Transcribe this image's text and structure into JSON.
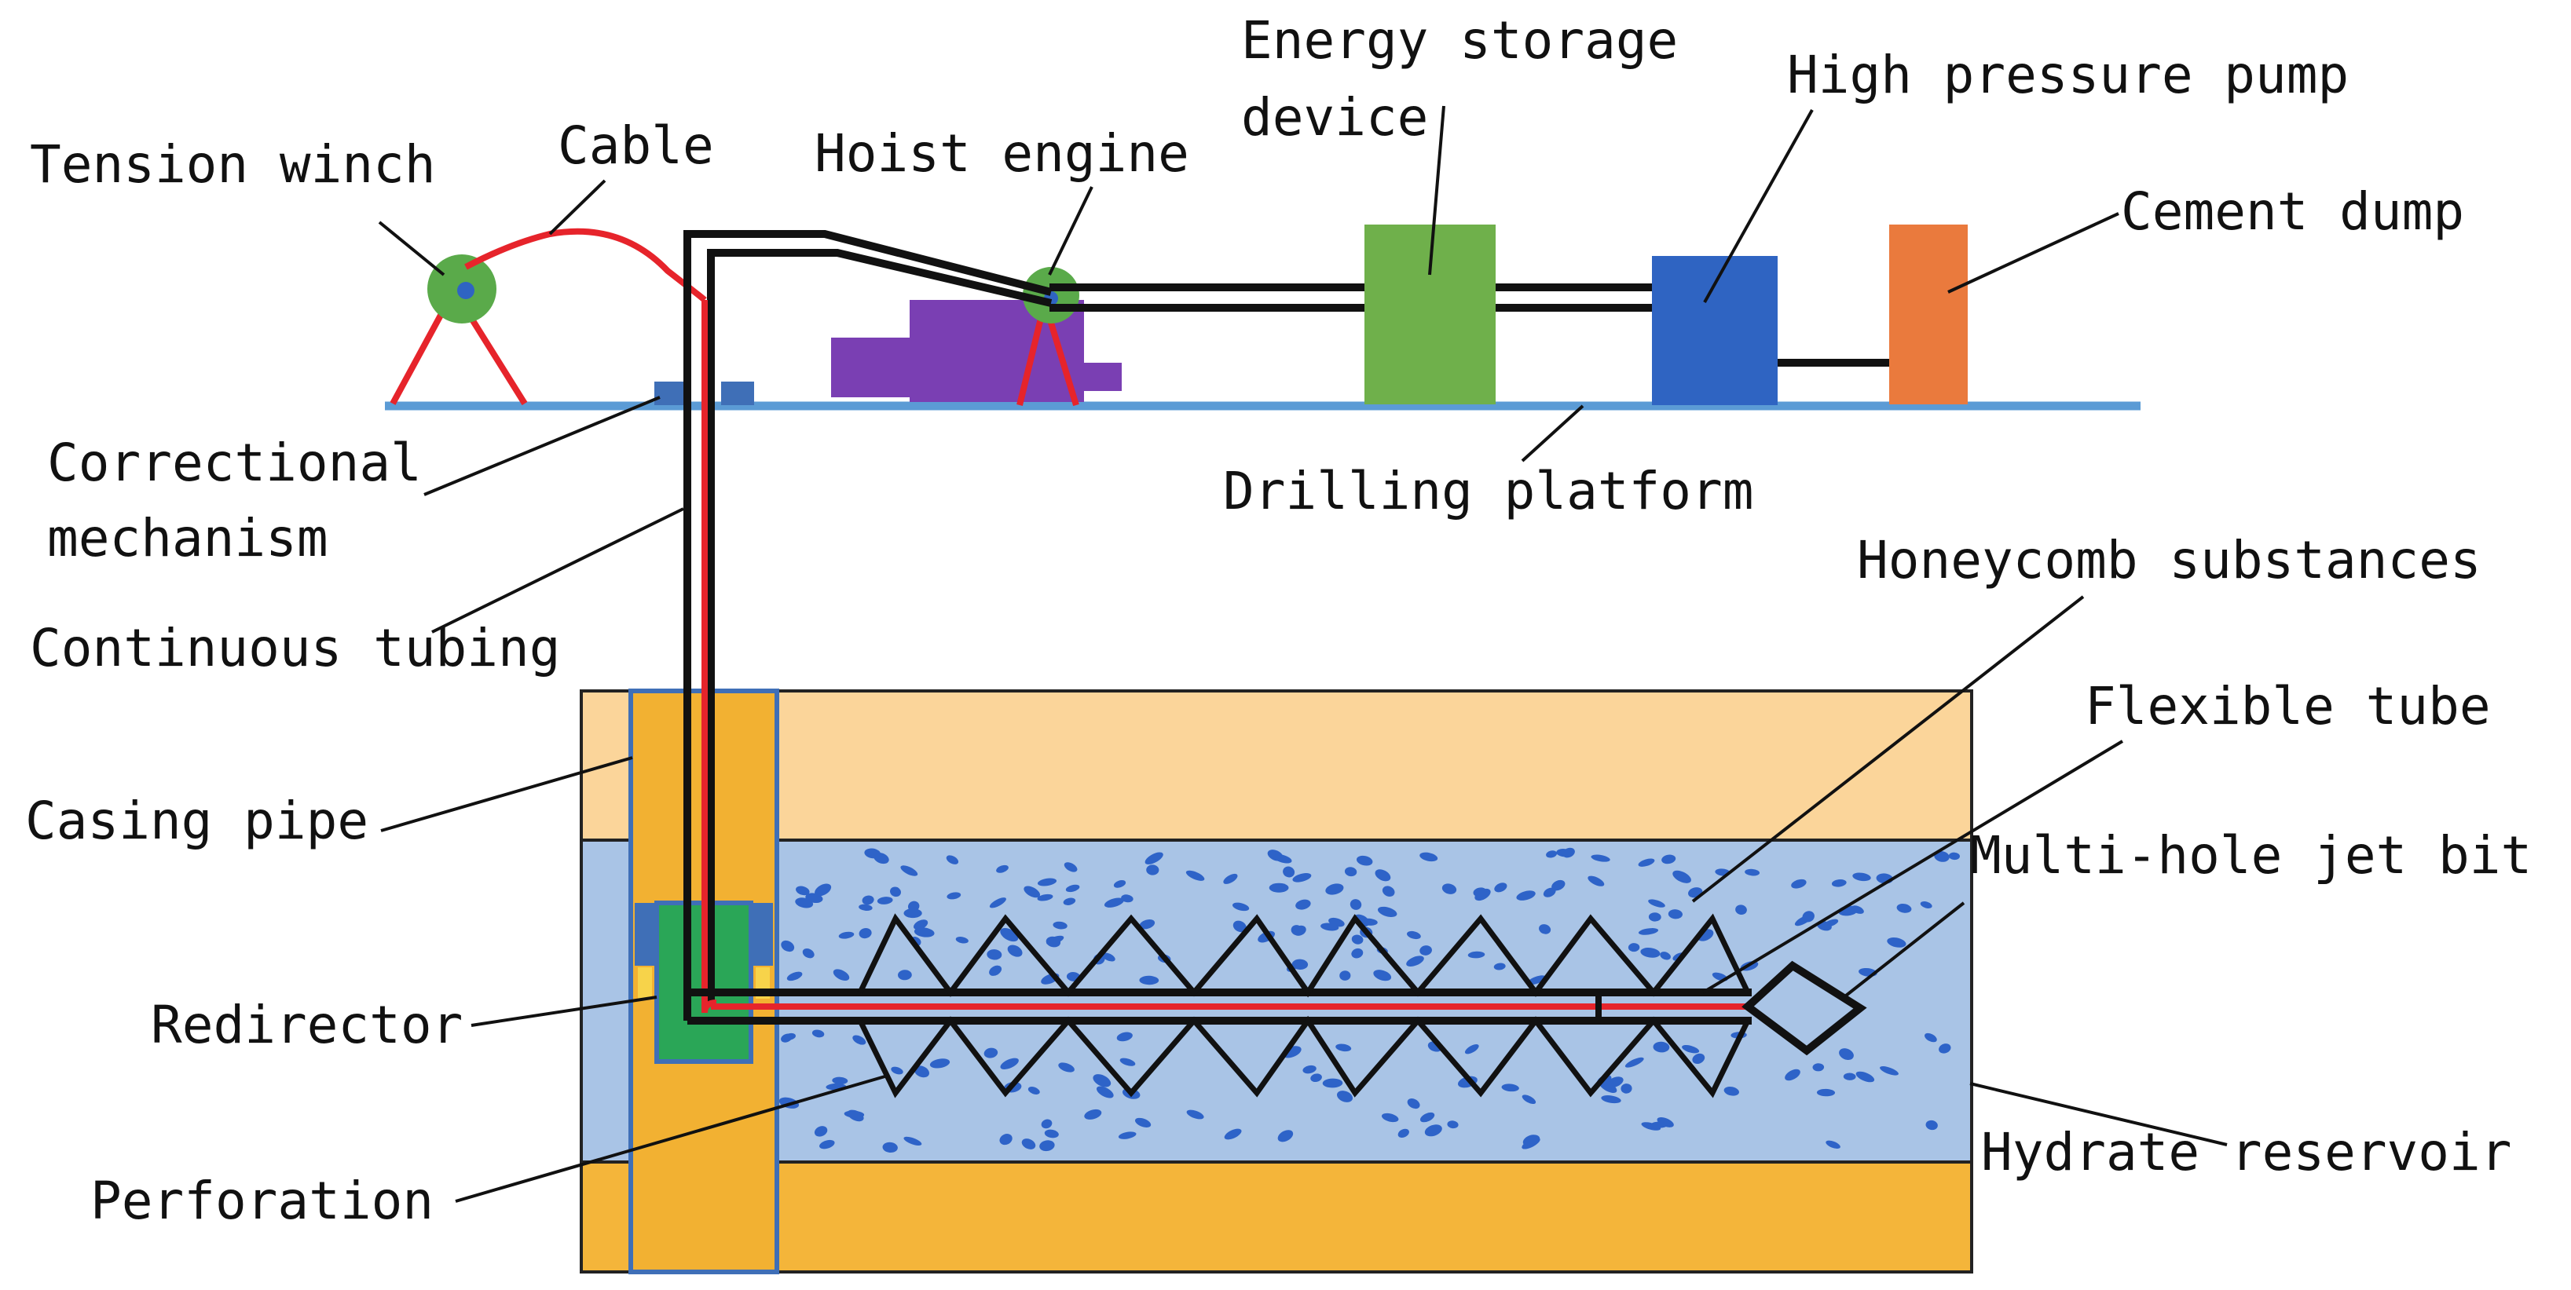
{
  "diagram": {
    "colors": {
      "overburden": "#fbd59a",
      "reservoir": "#a9c4e6",
      "underburden": "#f4b53a",
      "casing": "#f2b132",
      "casing_edge": "#3f6fb7",
      "redirector": "#2aa657",
      "platform": "#5b9bd5",
      "hoist": "#7a3fb3",
      "winch": "#5aaa4a",
      "energy_storage": "#6fb04b",
      "pump": "#2f64c2",
      "cement": "#ea7a3d",
      "tubing_outer": "#111111",
      "tubing_inner": "#e6242b",
      "honeycomb": "#2e63c8"
    },
    "labels": {
      "tension_winch": "Tension winch",
      "cable": "Cable",
      "hoist_engine": "Hoist engine",
      "energy_storage_line1": "Energy storage",
      "energy_storage_line2": "device",
      "high_pressure_pump": "High pressure pump",
      "cement_dump": "Cement dump",
      "correctional_line1": "Correctional",
      "correctional_line2": "mechanism",
      "drilling_platform": "Drilling platform",
      "continuous_tubing": "Continuous tubing",
      "honeycomb_substances": "Honeycomb substances",
      "flexible_tube": "Flexible tube",
      "casing_pipe": "Casing pipe",
      "multi_hole_jet_bit": "Multi-hole jet bit",
      "redirector": "Redirector",
      "hydrate_reservoir": "Hydrate reservoir",
      "perforation": "Perforation"
    }
  }
}
